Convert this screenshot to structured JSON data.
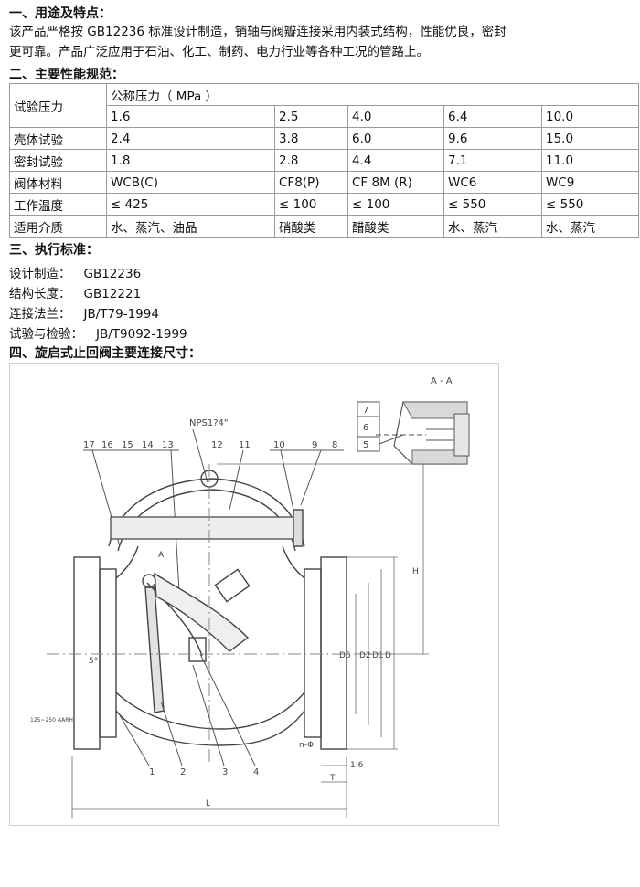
{
  "sections": {
    "s1_title": "一、用途及特点：",
    "s1_lines": [
      "该产品严格按  GB12236  标准设计制造，销轴与阀瓣连接采用内装式结构，性能优良，密封",
      "更可靠。产品广泛应用于石油、化工、制药、电力行业等各种工况的管路上。"
    ],
    "s2_title": "二、主要性能规范：",
    "s3_title": "三、执行标准：",
    "s4_title": "四、旋启式止回阀主要连接尺寸："
  },
  "spec_table": {
    "row_test_pressure_label": "试验压力",
    "nominal_pressure_label": "公称压力（   MPa   ）",
    "nominal_values": [
      "1.6",
      "2.5",
      "4.0",
      "6.4",
      "10.0"
    ],
    "rows": [
      {
        "label": "壳体试验",
        "values": [
          "2.4",
          "3.8",
          "6.0",
          "9.6",
          "15.0"
        ]
      },
      {
        "label": "密封试验",
        "values": [
          "1.8",
          "2.8",
          "4.4",
          "7.1",
          "11.0"
        ]
      },
      {
        "label": "阀体材料",
        "values": [
          "WCB(C)",
          "CF8(P)",
          "CF 8M (R)",
          "WC6",
          "WC9"
        ]
      },
      {
        "label": "工作温度",
        "values": [
          "≤  425",
          "≤  100",
          "≤  100",
          "≤  550",
          "≤  550"
        ]
      },
      {
        "label": "适用介质",
        "values": [
          "水、蒸汽、油品",
          "硝酸类",
          "醋酸类",
          "水、蒸汽",
          "水、蒸汽"
        ]
      }
    ]
  },
  "standards": [
    {
      "label": "设计制造：",
      "value": "GB12236"
    },
    {
      "label": "结构长度：",
      "value": "GB12221"
    },
    {
      "label": "连接法兰：",
      "value": "JB/T79-1994"
    },
    {
      "label": "试验与检验：",
      "value": "JB/T9092-1999"
    }
  ],
  "drawing": {
    "section_label": "A - A",
    "npt_label": "NPS1?4\"",
    "callouts_top": [
      "17",
      "16",
      "15",
      "14",
      "13",
      "12",
      "11",
      "10",
      "9",
      "8"
    ],
    "callouts_right": [
      "7",
      "6",
      "5"
    ],
    "callouts_bottom": [
      "1",
      "2",
      "3",
      "4"
    ],
    "angle_label": "5°",
    "dim_labels": [
      "H",
      "D",
      "D1",
      "D2",
      "D6",
      "n-Φ",
      "1.6",
      "T",
      "L",
      "A"
    ],
    "finish_label": "125~250 AARH"
  }
}
